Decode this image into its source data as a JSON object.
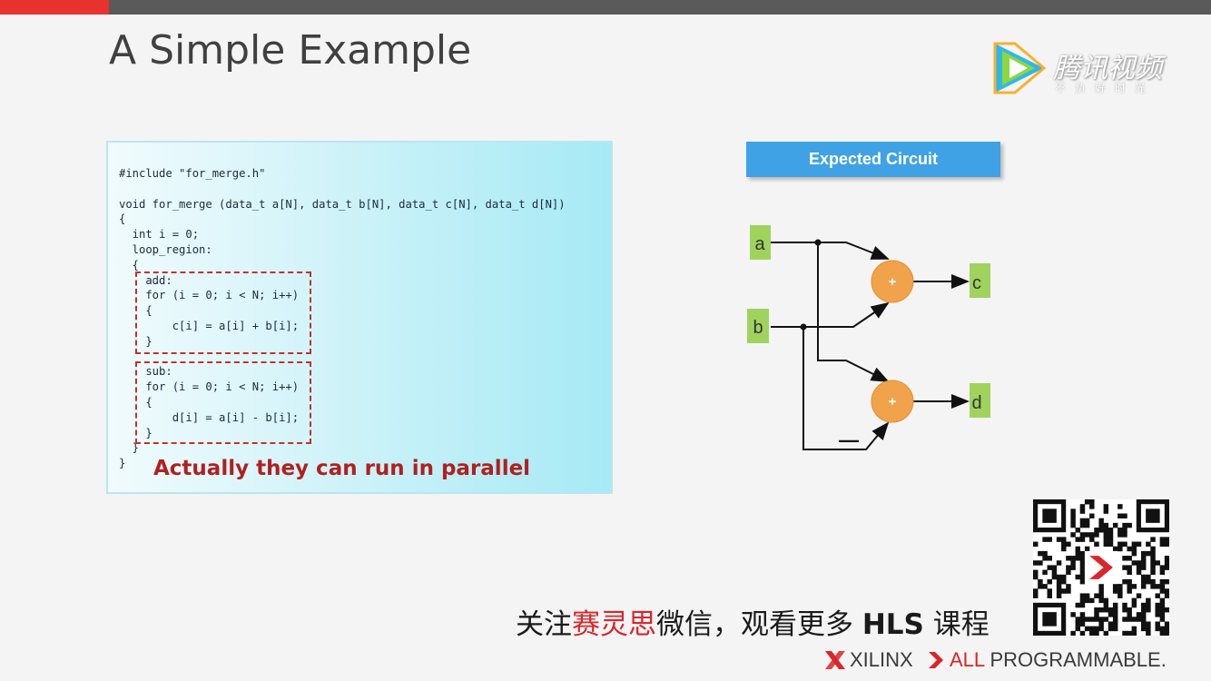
{
  "slide": {
    "title": "A Simple Example"
  },
  "watermark": {
    "name": "腾讯视频",
    "slogan": "不负好时光"
  },
  "code_panel": {
    "lines": [
      "#include \"for_merge.h\"",
      "",
      "void for_merge (data_t a[N], data_t b[N], data_t c[N], data_t d[N])",
      "{",
      "  int i = 0;",
      "  loop_region:",
      "  {",
      "    add:",
      "    for (i = 0; i < N; i++)",
      "    {",
      "        c[i] = a[i] + b[i];",
      "    }",
      "",
      "    sub:",
      "    for (i = 0; i < N; i++)",
      "    {",
      "        d[i] = a[i] - b[i];",
      "    }",
      "  }",
      "}"
    ],
    "note": "Actually they can run in parallel"
  },
  "circuit": {
    "title": "Expected Circuit",
    "inputs": [
      "a",
      "b"
    ],
    "outputs": [
      "c",
      "d"
    ],
    "adder_symbol": "+",
    "minus_symbol": "—"
  },
  "promo": {
    "part1": "关注",
    "part2": "赛灵思",
    "part3": "微信，观看更多 ",
    "part4": "HLS",
    "part5": " 课程"
  },
  "footer": {
    "brand": "XILINX",
    "tagline_part1": "ALL",
    "tagline_part2": " PROGRAMMABLE."
  },
  "colors": {
    "accent_red": "#d9262b",
    "circuit_title_bg": "#3fa2e4",
    "adder_fill": "#f0a34a",
    "io_box_fill": "#9fd35e"
  }
}
